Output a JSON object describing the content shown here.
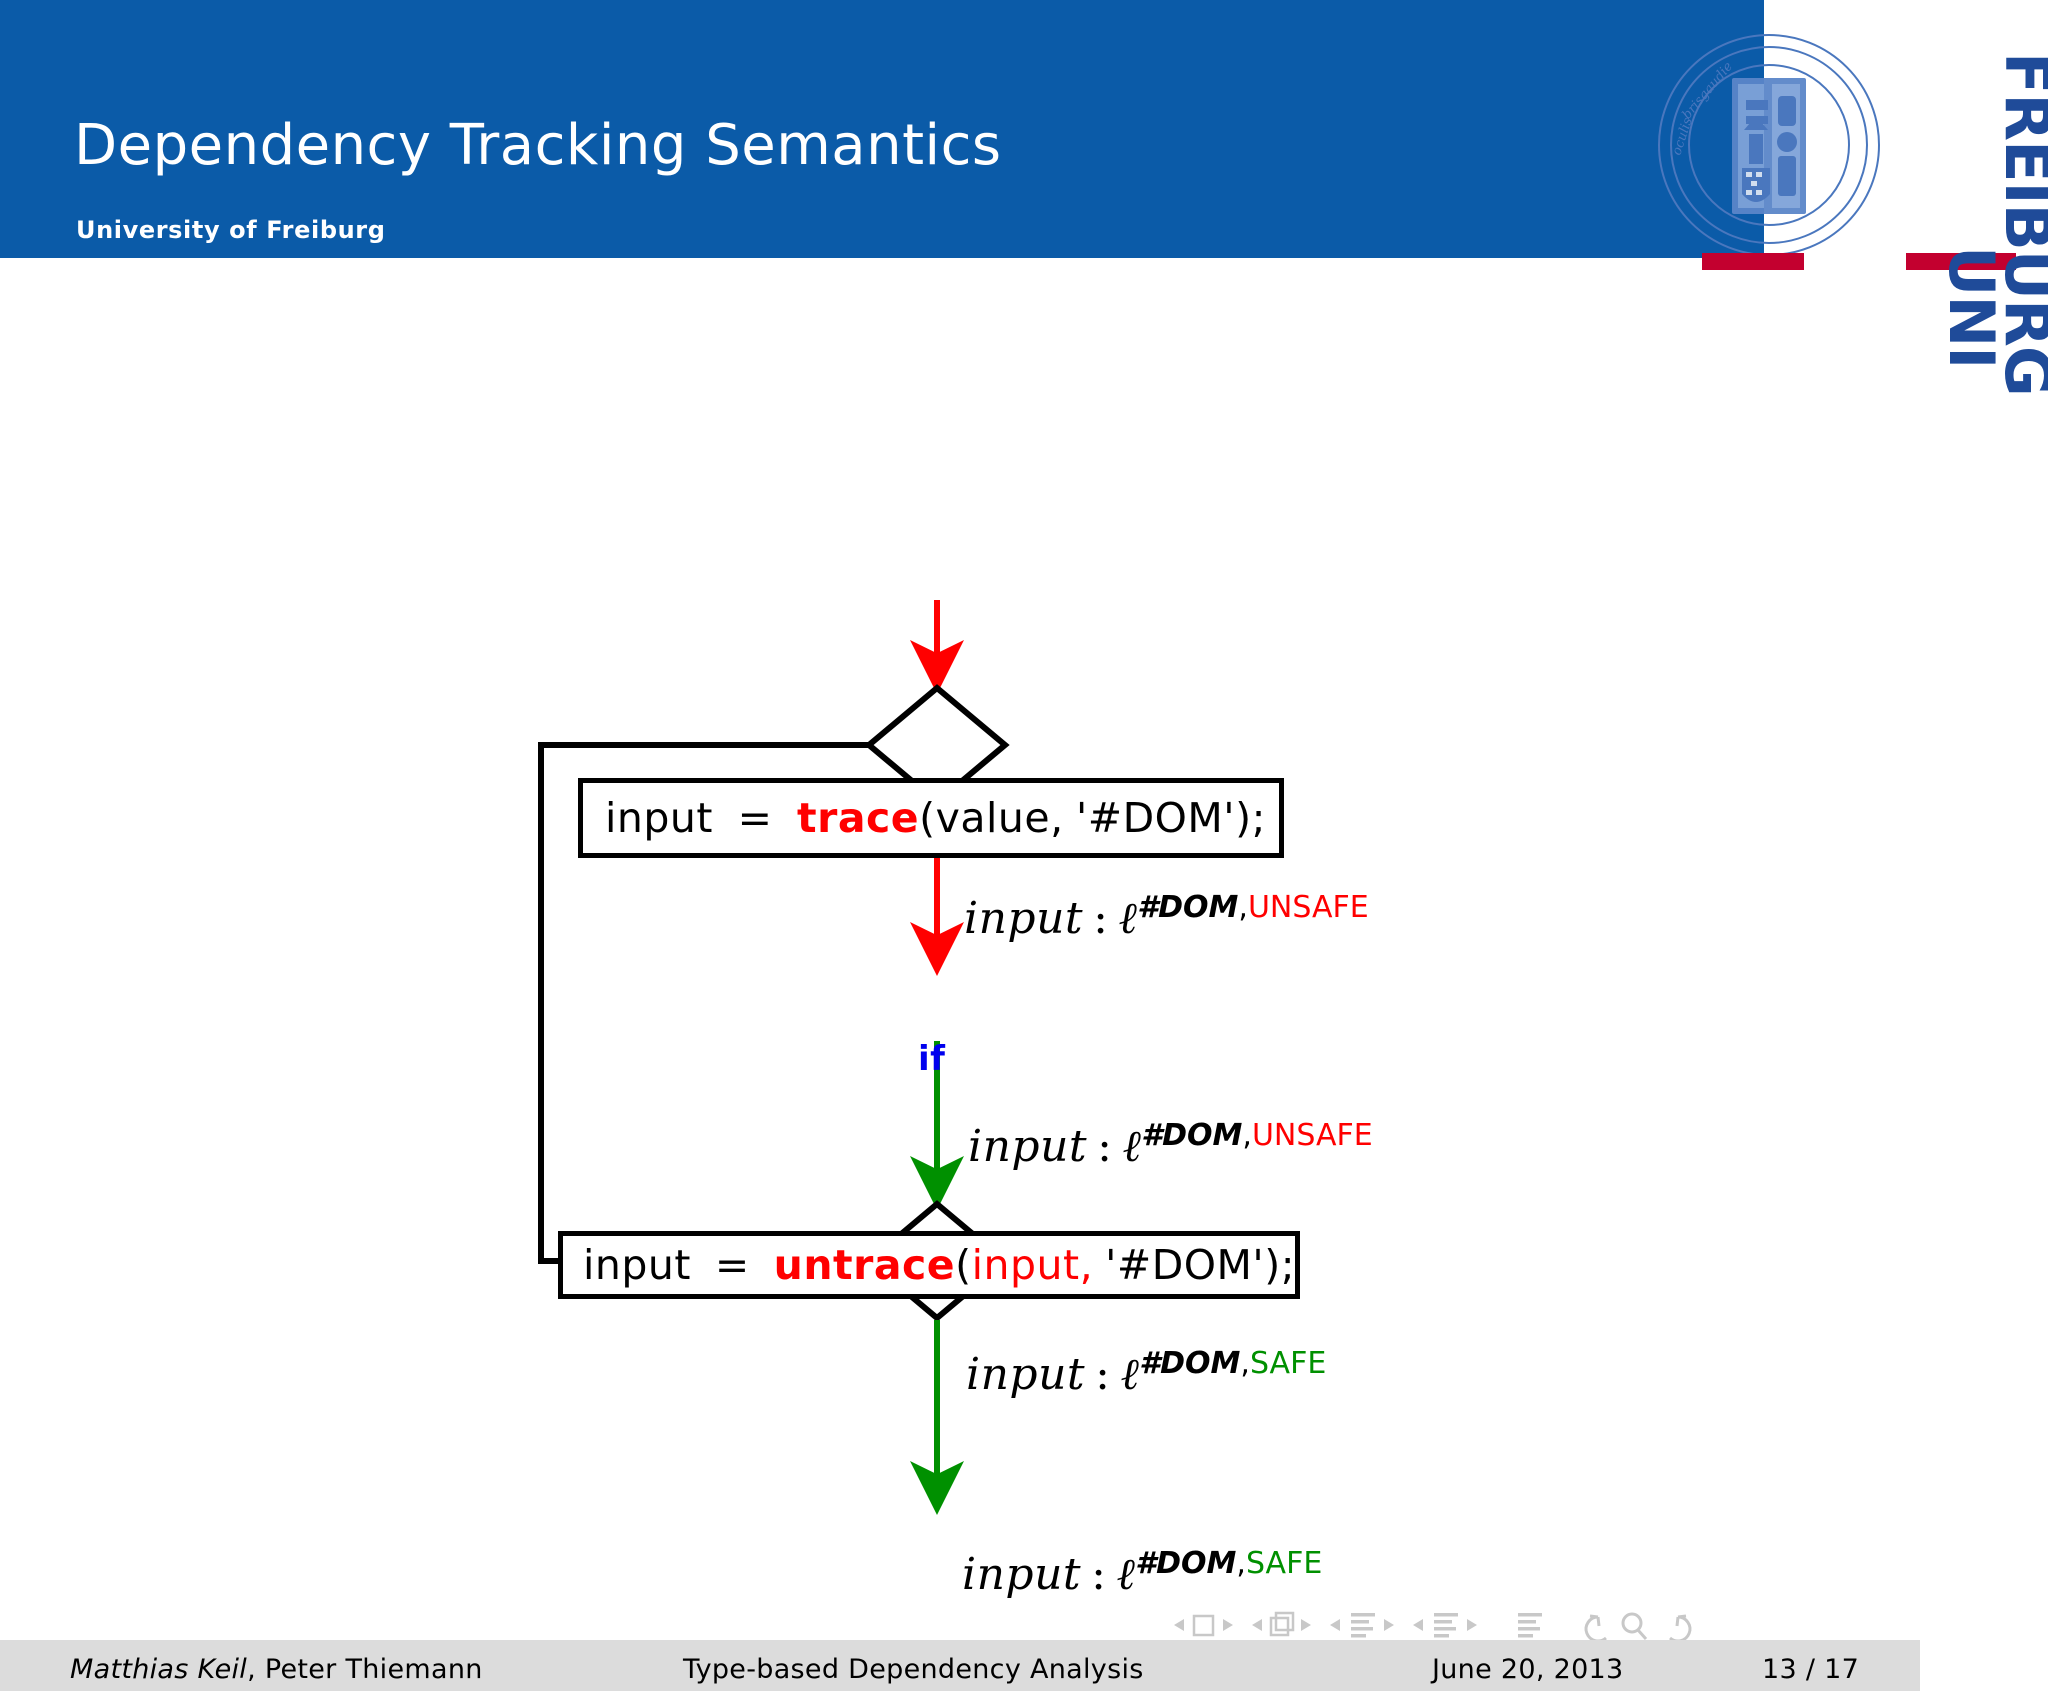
{
  "header": {
    "title": "Dependency Tracking Semantics",
    "subtitle": "University of Freiburg",
    "bg_color": "#0B5BA8"
  },
  "logo": {
    "word_top": "UNI",
    "word_bottom": "FREIBURG",
    "accent_color": "#1F4B99",
    "bar_color": "#C3002F",
    "seal_name": "university-seal"
  },
  "flowchart": {
    "nodes": {
      "trace_box": {
        "assignee": "input",
        "equals": "=",
        "function": "trace",
        "open_paren": "(",
        "arg1": "value",
        "comma": ", ",
        "arg2": "'#DOM'",
        "close": ");"
      },
      "untrace_box": {
        "assignee": "input",
        "equals": "=",
        "function": "untrace",
        "open_paren": "(",
        "arg1": "input",
        "comma": ", ",
        "arg2": "'#DOM'",
        "close": ");"
      },
      "if_diamond_label": "if",
      "merge_diamond_label": ""
    },
    "annotations": [
      {
        "var": "input",
        "colon": ":",
        "base": "ℓ",
        "sup_label": "#DOM",
        "sup_comma": ",",
        "tag": "UNSAFE",
        "tag_kind": "unsafe"
      },
      {
        "var": "input",
        "colon": ":",
        "base": "ℓ",
        "sup_label": "#DOM",
        "sup_comma": ",",
        "tag": "UNSAFE",
        "tag_kind": "unsafe"
      },
      {
        "var": "input",
        "colon": ":",
        "base": "ℓ",
        "sup_label": "#DOM",
        "sup_comma": ",",
        "tag": "SAFE",
        "tag_kind": "safe"
      },
      {
        "var": "input",
        "colon": ":",
        "base": "ℓ",
        "sup_label": "#DOM",
        "sup_comma": ",",
        "tag": "SAFE",
        "tag_kind": "safe"
      }
    ],
    "colors": {
      "unsafe_edge": "#FF0000",
      "safe_edge": "#009000",
      "plain_edge": "#000000",
      "keyword": "#FF0000",
      "if_keyword": "#0000EE",
      "unsafe_tag": "#FF0000",
      "safe_tag": "#009000"
    }
  },
  "navbar": {
    "items": [
      "prev-slide-icon",
      "slide-icon",
      "next-slide-icon",
      "prev-frame-icon",
      "frames-icon",
      "next-frame-icon",
      "prev-subsection-icon",
      "subsection-icon",
      "next-subsection-icon",
      "prev-section-icon",
      "section-icon",
      "next-section-icon",
      "document-icon",
      "back-icon",
      "search-icon",
      "forward-icon"
    ]
  },
  "footer": {
    "authors_emphasis": "Matthias Keil",
    "authors_rest": ", Peter Thiemann",
    "talk_title": "Type-based Dependency Analysis",
    "date": "June 20, 2013",
    "page": "13 / 17",
    "bg_color": "#DCDCDC"
  }
}
